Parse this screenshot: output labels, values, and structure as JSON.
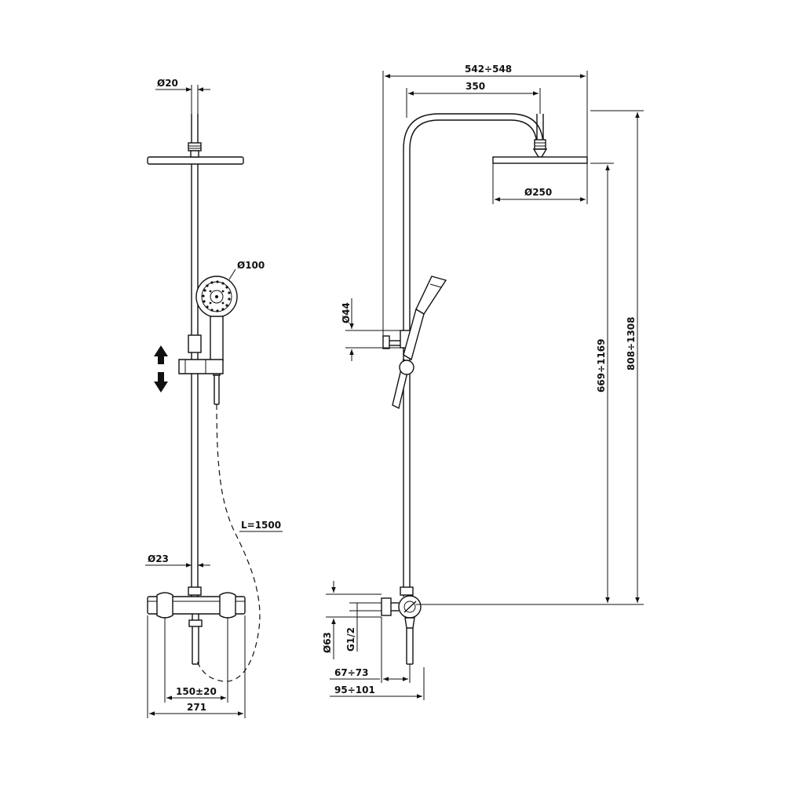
{
  "front_view": {
    "pipe_diameter_top": "Ø20",
    "handshower_diameter": "Ø100",
    "hose_length": "L=1500",
    "rail_diameter": "Ø23",
    "spacing": "150±20",
    "mixer_width": "271"
  },
  "side_view": {
    "overall_reach": "542÷548",
    "arm_length": "350",
    "head_diameter": "Ø250",
    "support_diameter": "Ø44",
    "height_to_head": "669÷1169",
    "total_height": "808÷1308",
    "mixer_diameter": "Ø63",
    "thread": "G1/2",
    "depth_inner": "67÷73",
    "depth_outer": "95÷101"
  },
  "colors": {
    "line": "#111111",
    "background": "#ffffff"
  },
  "icons": [
    "height-adjust-arrow-icon"
  ]
}
